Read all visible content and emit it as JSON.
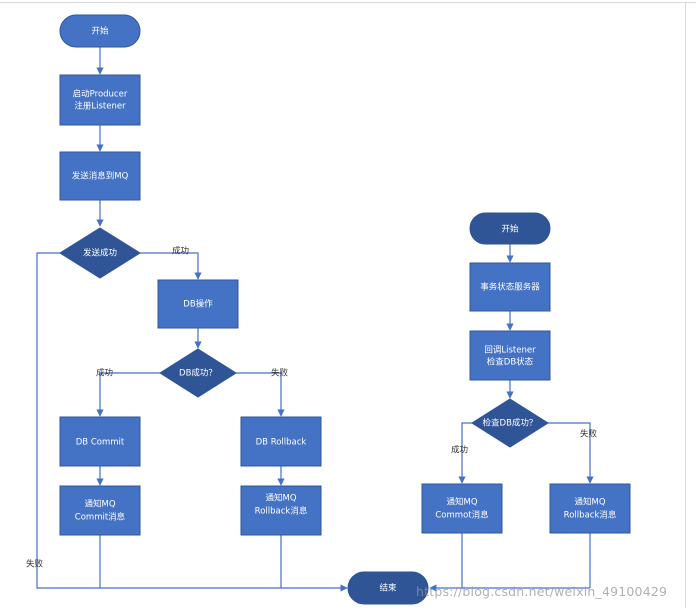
{
  "colors": {
    "fill": "#4472C4",
    "stroke": "#2F5597",
    "edge": "#4472C4",
    "text": "#FFFFFF"
  },
  "left_flow": {
    "start": "开始",
    "start_producer": [
      "启动Producer",
      "注册Listener"
    ],
    "send_to_mq": "发送消息到MQ",
    "send_success_q": "发送成功",
    "db_operation": "DB操作",
    "db_success_q": "DB成功？",
    "db_commit": "DB Commit",
    "db_rollback": "DB Rollback",
    "notify_commit": [
      "通知MQ",
      "Commit消息"
    ],
    "notify_rollback": [
      "通知MQ",
      "Rollback消息"
    ],
    "end": "结束"
  },
  "right_flow": {
    "start": "开始",
    "tx_state_server": "事务状态服务器",
    "callback_listener": [
      "回调Listener",
      "检查DB状态"
    ],
    "check_db_q": "检查DB成功？",
    "notify_commit": [
      "通知MQ",
      "Commot消息"
    ],
    "notify_rollback": [
      "通知MQ",
      "Rollback消息"
    ]
  },
  "edge_labels": {
    "send_success": "成功",
    "send_fail": "失败",
    "db_success": "成功",
    "db_fail": "失败",
    "check_success": "成功",
    "check_fail": "失败"
  },
  "watermark": "https://blog.csdn.net/weixin_49100429"
}
